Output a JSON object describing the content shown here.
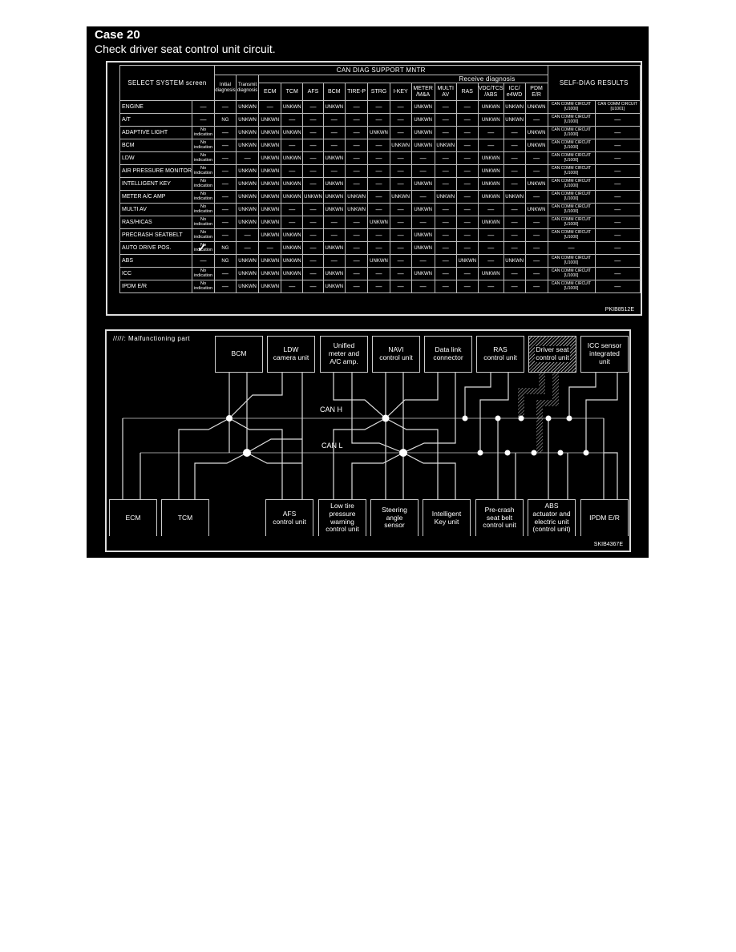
{
  "page": {
    "case_title": "Case 20",
    "case_description": "Check driver seat control unit circuit."
  },
  "table": {
    "header": {
      "select_system": "SELECT SYSTEM screen",
      "can_diag_support": "CAN DIAG SUPPORT MNTR",
      "initial_diagnosis": "Initial diagnosis",
      "transmit_diagnosis": "Transmit diagnosis",
      "receive_diagnosis": "Receive diagnosis",
      "self_diag_results": "SELF-DIAG RESULTS",
      "receive_columns": [
        "ECM",
        "TCM",
        "AFS",
        "BCM",
        "TIRE-P",
        "STRG",
        "I-KEY",
        "METER /M&A",
        "MULTI AV",
        "RAS",
        "VDC/TCS /ABS",
        "ICC/ e4WD",
        "PDM E/R"
      ]
    },
    "rows": [
      {
        "system": "ENGINE",
        "screen": "—",
        "initial": "—",
        "transmit": "UNKWN",
        "receive": [
          "—",
          "UNKWN",
          "—",
          "UNKWN",
          "—",
          "—",
          "—",
          "UNKWN",
          "—",
          "—",
          "UNKWN",
          "UNKWN",
          "UNKWN"
        ],
        "self_diag_1": "CAN COMM CIRCUIT [U1000]",
        "self_diag_2": "CAN COMM CIRCUIT [U1001]"
      },
      {
        "system": "A/T",
        "screen": "—",
        "initial": "NG",
        "transmit": "UNKWN",
        "receive": [
          "UNKWN",
          "—",
          "—",
          "—",
          "—",
          "—",
          "—",
          "UNKWN",
          "—",
          "—",
          "UNKWN",
          "UNKWN",
          "—"
        ],
        "self_diag_1": "CAN COMM CIRCUIT [U1000]",
        "self_diag_2": "—"
      },
      {
        "system": "ADAPTIVE LIGHT",
        "screen": "No indication",
        "initial": "—",
        "transmit": "UNKWN",
        "receive": [
          "UNKWN",
          "UNKWN",
          "—",
          "—",
          "—",
          "UNKWN",
          "—",
          "UNKWN",
          "—",
          "—",
          "—",
          "—",
          "UNKWN"
        ],
        "self_diag_1": "CAN COMM CIRCUIT [U1000]",
        "self_diag_2": "—"
      },
      {
        "system": "BCM",
        "screen": "No indication",
        "initial": "—",
        "transmit": "UNKWN",
        "receive": [
          "UNKWN",
          "—",
          "—",
          "—",
          "—",
          "—",
          "UNKWN",
          "UNKWN",
          "UNKWN",
          "—",
          "—",
          "—",
          "UNKWN"
        ],
        "self_diag_1": "CAN COMM CIRCUIT [U1000]",
        "self_diag_2": "—"
      },
      {
        "system": "LDW",
        "screen": "No indication",
        "initial": "—",
        "transmit": "—",
        "receive": [
          "UNKWN",
          "UNKWN",
          "—",
          "UNKWN",
          "—",
          "—",
          "—",
          "—",
          "—",
          "—",
          "UNKWN",
          "—",
          "—"
        ],
        "self_diag_1": "CAN COMM CIRCUIT [U1000]",
        "self_diag_2": "—"
      },
      {
        "system": "AIR PRESSURE MONITOR",
        "screen": "No indication",
        "initial": "—",
        "transmit": "UNKWN",
        "receive": [
          "UNKWN",
          "—",
          "—",
          "—",
          "—",
          "—",
          "—",
          "—",
          "—",
          "—",
          "UNKWN",
          "—",
          "—"
        ],
        "self_diag_1": "CAN COMM CIRCUIT [U1000]",
        "self_diag_2": "—"
      },
      {
        "system": "INTELLIGENT KEY",
        "screen": "No indication",
        "initial": "—",
        "transmit": "UNKWN",
        "receive": [
          "UNKWN",
          "UNKWN",
          "—",
          "UNKWN",
          "—",
          "—",
          "—",
          "UNKWN",
          "—",
          "—",
          "UNKWN",
          "—",
          "UNKWN"
        ],
        "self_diag_1": "CAN COMM CIRCUIT [U1000]",
        "self_diag_2": "—"
      },
      {
        "system": "METER A/C AMP",
        "screen": "No indication",
        "initial": "—",
        "transmit": "UNKWN",
        "receive": [
          "UNKWN",
          "UNKWN",
          "UNKWN",
          "UNKWN",
          "UNKWN",
          "—",
          "UNKWN",
          "—",
          "UNKWN",
          "—",
          "UNKWN",
          "UNKWN",
          "—"
        ],
        "self_diag_1": "CAN COMM CIRCUIT [U1000]",
        "self_diag_2": "—"
      },
      {
        "system": "MULTI AV",
        "screen": "No indication",
        "initial": "—",
        "transmit": "UNKWN",
        "receive": [
          "UNKWN",
          "—",
          "—",
          "UNKWN",
          "UNKWN",
          "—",
          "—",
          "UNKWN",
          "—",
          "—",
          "—",
          "—",
          "UNKWN"
        ],
        "self_diag_1": "CAN COMM CIRCUIT [U1000]",
        "self_diag_2": "—"
      },
      {
        "system": "RAS/HICAS",
        "screen": "No indication",
        "initial": "—",
        "transmit": "UNKWN",
        "receive": [
          "UNKWN",
          "—",
          "—",
          "—",
          "—",
          "UNKWN",
          "—",
          "—",
          "—",
          "—",
          "UNKWN",
          "—",
          "—"
        ],
        "self_diag_1": "CAN COMM CIRCUIT [U1000]",
        "self_diag_2": "—"
      },
      {
        "system": "PRECRASH SEATBELT",
        "screen": "No indication",
        "initial": "—",
        "transmit": "—",
        "receive": [
          "UNKWN",
          "UNKWN",
          "—",
          "—",
          "—",
          "—",
          "—",
          "UNKWN",
          "—",
          "—",
          "—",
          "—",
          "—"
        ],
        "self_diag_1": "CAN COMM CIRCUIT [U1000]",
        "self_diag_2": "—"
      },
      {
        "system": "AUTO DRIVE POS.",
        "screen": "No indication",
        "initial": "NG",
        "transmit": "—",
        "receive": [
          "—",
          "UNKWN",
          "—",
          "UNKWN",
          "—",
          "—",
          "—",
          "UNKWN",
          "—",
          "—",
          "—",
          "—",
          "—"
        ],
        "self_diag_1": "—",
        "self_diag_2": "—",
        "checked": true
      },
      {
        "system": "ABS",
        "screen": "—",
        "initial": "NG",
        "transmit": "UNKWN",
        "receive": [
          "UNKWN",
          "UNKWN",
          "—",
          "—",
          "—",
          "UNKWN",
          "—",
          "—",
          "—",
          "UNKWN",
          "—",
          "UNKWN",
          "—"
        ],
        "self_diag_1": "CAN COMM CIRCUIT [U1000]",
        "self_diag_2": "—"
      },
      {
        "system": "ICC",
        "screen": "No indication",
        "initial": "—",
        "transmit": "UNKWN",
        "receive": [
          "UNKWN",
          "UNKWN",
          "—",
          "UNKWN",
          "—",
          "—",
          "—",
          "UNKWN",
          "—",
          "—",
          "UNKWN",
          "—",
          "—"
        ],
        "self_diag_1": "CAN COMM CIRCUIT [U1000]",
        "self_diag_2": "—"
      },
      {
        "system": "IPDM E/R",
        "screen": "No indication",
        "initial": "—",
        "transmit": "UNKWN",
        "receive": [
          "UNKWN",
          "—",
          "—",
          "UNKWN",
          "—",
          "—",
          "—",
          "—",
          "—",
          "—",
          "—",
          "—",
          "—"
        ],
        "self_diag_1": "CAN COMM CIRCUIT [U1000]",
        "self_diag_2": "—"
      }
    ],
    "figure_code": "PKIB8512E"
  },
  "circuit": {
    "legend": "/////: Malfunctioning part",
    "can_h_label": "CAN H",
    "can_l_label": "CAN L",
    "top_units": [
      {
        "label": "BCM"
      },
      {
        "label": "LDW\ncamera unit"
      },
      {
        "label": "Unified\nmeter and\nA/C amp."
      },
      {
        "label": "NAVI\ncontrol unit"
      },
      {
        "label": "Data link\nconnector"
      },
      {
        "label": "RAS\ncontrol unit"
      },
      {
        "label": "Driver seat\ncontrol unit",
        "malfunctioning": true
      },
      {
        "label": "ICC sensor\nintegrated\nunit"
      }
    ],
    "bottom_units": [
      {
        "label": "ECM"
      },
      {
        "label": "TCM"
      },
      {
        "label": "AFS\ncontrol unit"
      },
      {
        "label": "Low tire\npressure\nwarning\ncontrol unit"
      },
      {
        "label": "Steering\nangle\nsensor"
      },
      {
        "label": "Intelligent\nKey unit"
      },
      {
        "label": "Pre-crash\nseat belt\ncontrol unit"
      },
      {
        "label": "ABS\nactuator and\nelectric unit\n(control unit)"
      },
      {
        "label": "IPDM E/R"
      }
    ],
    "figure_code": "SKIB4367E"
  }
}
